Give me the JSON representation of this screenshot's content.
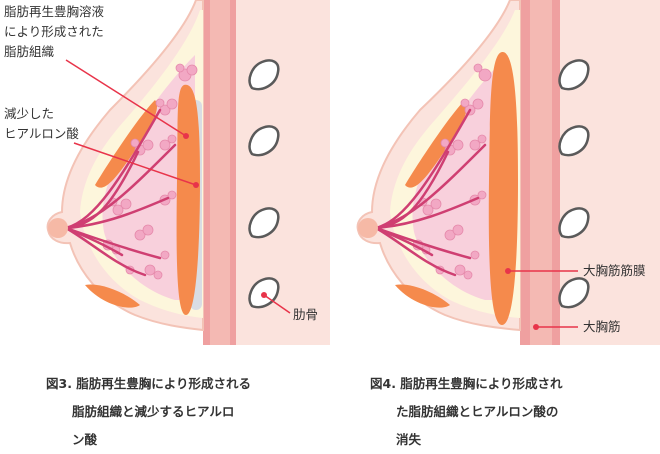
{
  "figure3": {
    "label_injected_fat": [
      "脂肪再生豊胸溶液",
      "により形成された",
      "脂肪組織"
    ],
    "label_hyaluronic": [
      "減少した",
      "ヒアルロン酸"
    ],
    "label_rib": "肋骨",
    "caption": [
      "図3. 脂肪再生豊胸により形成される",
      "脂肪組織と減少するヒアルロ",
      "ン酸"
    ]
  },
  "figure4": {
    "label_pec_fascia": "大胸筋筋膜",
    "label_pec_muscle": "大胸筋",
    "caption": [
      "図4. 脂肪再生豊胸により形成され",
      "た脂肪組織とヒアルロン酸の",
      "消失"
    ]
  },
  "colors": {
    "skin": "#fbe3dd",
    "skin_outline": "#f3c3b6",
    "fat_layer": "#fdf6dc",
    "gland_pink": "#f2a8c4",
    "duct": "#cf3f72",
    "fat_orange": "#f58a4c",
    "muscle_pink": "#efa0a0",
    "hyaluronic_gray": "#d9dde4",
    "leader_red": "#e8344a",
    "rib_outline": "#5a5a5a"
  },
  "icons": [
    "rib-shape",
    "lobule-cluster"
  ]
}
